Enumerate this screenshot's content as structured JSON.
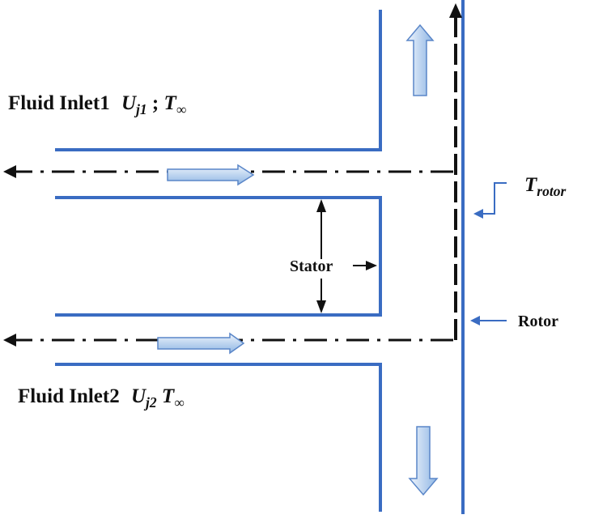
{
  "labels": {
    "inlet1_text": "Fluid Inlet1",
    "inlet1_U": "U",
    "inlet1_U_sub": "j1",
    "inlet1_sep": " ;",
    "inlet1_T": "T",
    "inlet1_T_sub": "∞",
    "inlet2_text": "Fluid Inlet2",
    "inlet2_U": "U",
    "inlet2_U_sub": "j2",
    "inlet2_T": "T",
    "inlet2_T_sub": "∞",
    "stator": "Stator",
    "rotor": "Rotor",
    "trotor_T": "T",
    "trotor_sub": "rotor"
  },
  "colors": {
    "wall": "#3a6cc2",
    "path": "#111111",
    "arrow_fill_light": "#e6f0fb",
    "arrow_fill_dark": "#8fb6e4",
    "arrow_stroke": "#5a86c8"
  }
}
